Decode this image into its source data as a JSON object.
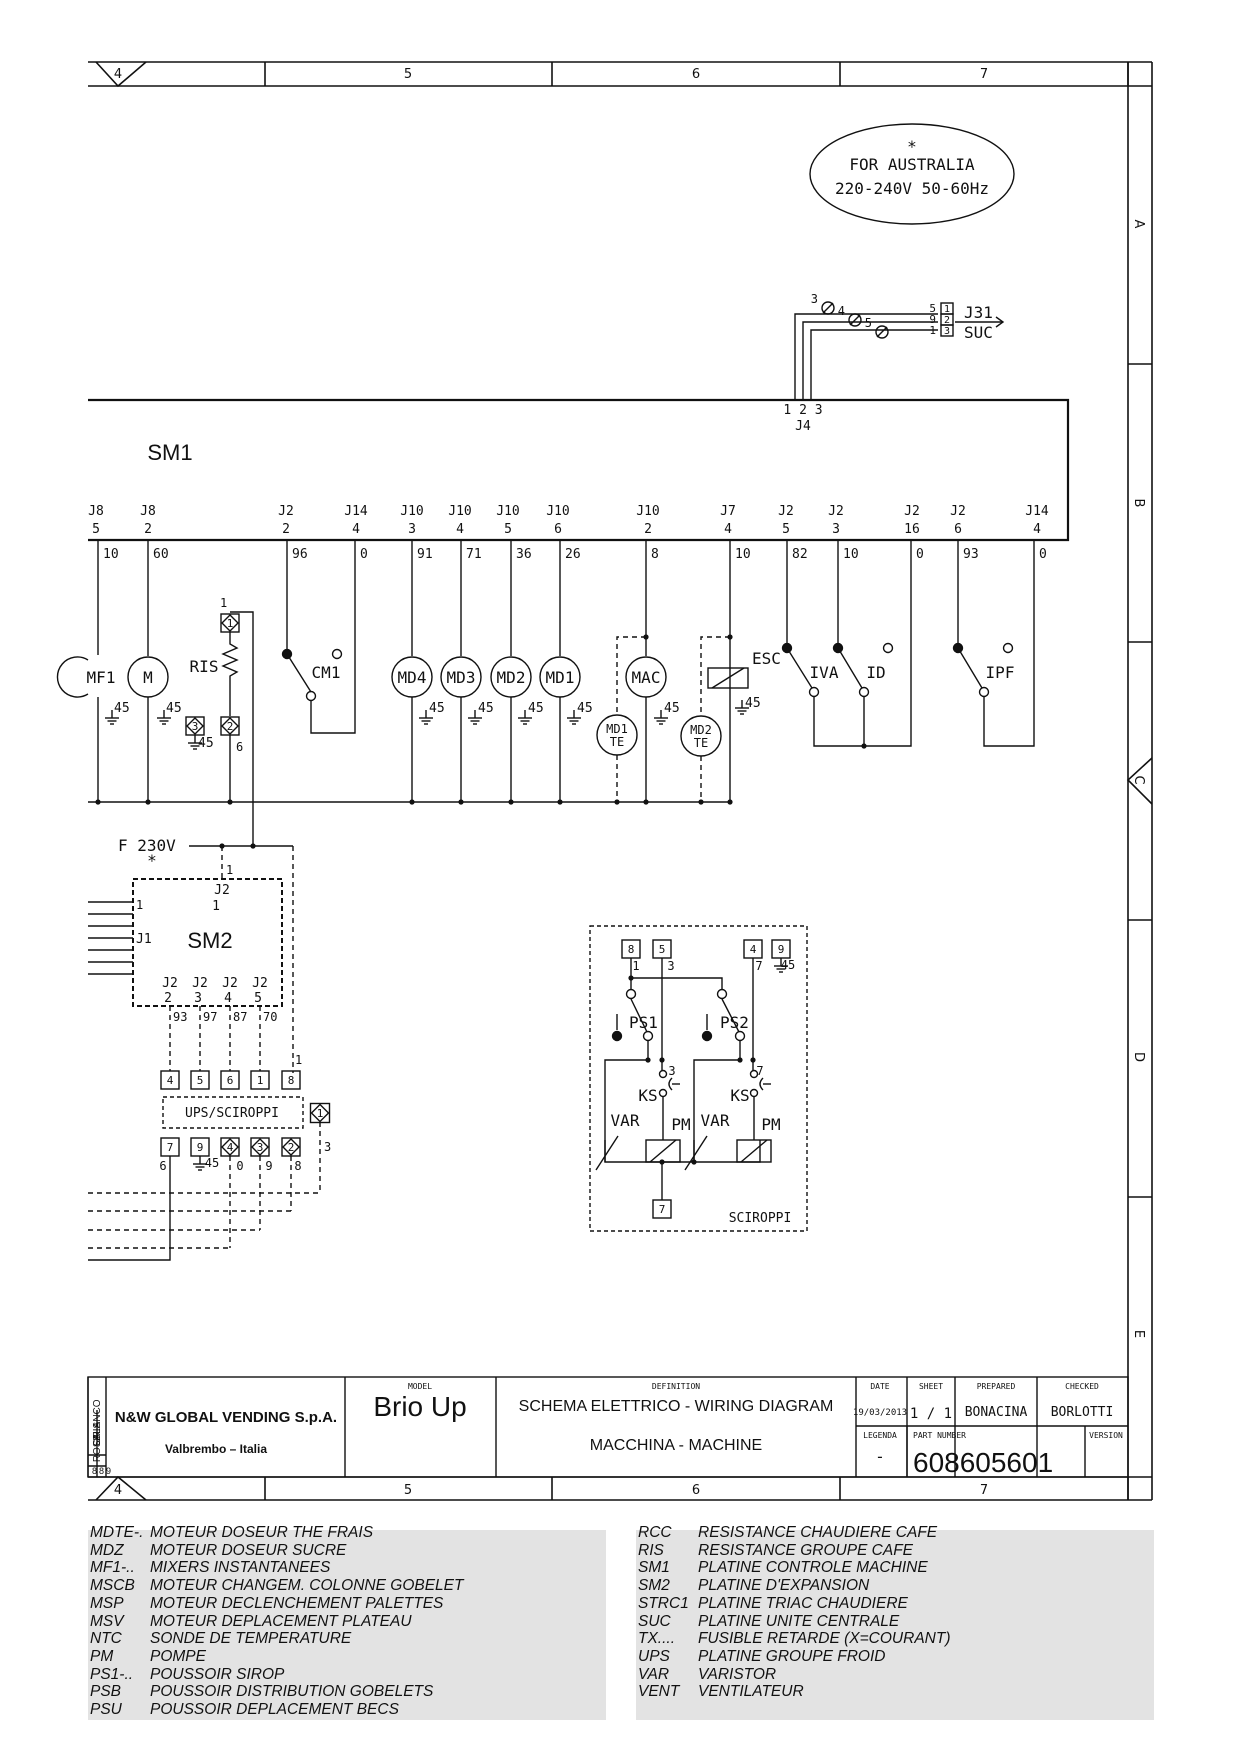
{
  "frame": {
    "top_zones": [
      "4",
      "5",
      "6",
      "7"
    ],
    "side_zones": [
      "A",
      "B",
      "C",
      "D",
      "E"
    ]
  },
  "note": {
    "star": "*",
    "line1": "FOR AUSTRALIA",
    "line2": "220-240V 50-60Hz"
  },
  "j31": {
    "label": "J31",
    "sub": "SUC",
    "pins": [
      "1",
      "2",
      "3"
    ],
    "wires": [
      "5",
      "9",
      "1"
    ],
    "fuses": [
      "3",
      "4",
      "5"
    ]
  },
  "j4": {
    "label": "J4",
    "pins": "1 2 3"
  },
  "sm1": {
    "label": "SM1",
    "connectors": [
      {
        "j": "J8",
        "pin": "5",
        "wire": "10"
      },
      {
        "j": "J8",
        "pin": "2",
        "wire": "60"
      },
      {
        "j": "J2",
        "pin": "2",
        "wire": "96"
      },
      {
        "j": "J14",
        "pin": "4",
        "wire": "0"
      },
      {
        "j": "J10",
        "pin": "3",
        "wire": "91"
      },
      {
        "j": "J10",
        "pin": "4",
        "wire": "71"
      },
      {
        "j": "J10",
        "pin": "5",
        "wire": "36"
      },
      {
        "j": "J10",
        "pin": "6",
        "wire": "26"
      },
      {
        "j": "J10",
        "pin": "2",
        "wire": "8"
      },
      {
        "j": "J7",
        "pin": "4",
        "wire": "10"
      },
      {
        "j": "J2",
        "pin": "5",
        "wire": "82"
      },
      {
        "j": "J2",
        "pin": "3",
        "wire": "10"
      },
      {
        "j": "J2",
        "pin": "16",
        "wire": "0"
      },
      {
        "j": "J2",
        "pin": "6",
        "wire": "93"
      },
      {
        "j": "J14",
        "pin": "4",
        "wire": "0"
      }
    ]
  },
  "components": {
    "mf1": "MF1",
    "m": "M",
    "ris": "RIS",
    "cm1": "CM1",
    "md4": "MD4",
    "md3": "MD3",
    "md2": "MD2",
    "md1": "MD1",
    "mac": "MAC",
    "md1te_a": "MD1",
    "md1te_b": "TE",
    "md2te_a": "MD2",
    "md2te_b": "TE",
    "esc": "ESC",
    "iva": "IVA",
    "id": "ID",
    "ipf": "IPF",
    "ground": "45",
    "ris_pin_top": "1",
    "ris_pin_bottom": "2",
    "ris_pin_gnd": "3",
    "ris_wire_top": "1",
    "ris_wire_bottom": "6"
  },
  "supply": {
    "label": "F 230V",
    "star": "*"
  },
  "sm2": {
    "label": "SM2",
    "j2_top": "J2",
    "j2_top_pin": "1",
    "j2_top_wire": "1",
    "j1": "J1",
    "j1_pin": "1",
    "bottom": [
      {
        "j": "J2",
        "pin": "2",
        "wire": "93"
      },
      {
        "j": "J2",
        "pin": "3",
        "wire": "97"
      },
      {
        "j": "J2",
        "pin": "4",
        "wire": "87"
      },
      {
        "j": "J2",
        "pin": "5",
        "wire": "70"
      }
    ]
  },
  "ups": {
    "label": "UPS/SCIROPPI",
    "top_pins": [
      "4",
      "5",
      "6",
      "1",
      "8"
    ],
    "top_wire": "1",
    "side_pin": "1",
    "side_wire": "3",
    "bottom_pins": [
      "7",
      "9",
      "4",
      "3",
      "2"
    ],
    "bottom_wires": [
      "6",
      "45",
      "0",
      "9",
      "8"
    ]
  },
  "sciroppi": {
    "label": "SCIROPPI",
    "pins": [
      "8",
      "5",
      "4",
      "9",
      "7"
    ],
    "wires": [
      "1",
      "3",
      "7",
      "45",
      "3",
      "7"
    ],
    "ps1": "PS1",
    "ps2": "PS2",
    "ks": "KS",
    "var": "VAR",
    "pm": "PM"
  },
  "title_block": {
    "color_codes": [
      "ROSA",
      "GRIS",
      "BLANCO"
    ],
    "color_nums": [
      "8",
      "8",
      "9"
    ],
    "company": "N&W GLOBAL VENDING S.p.A.",
    "city": "Valbrembo – Italia",
    "model_label": "MODEL",
    "model": "Brio Up",
    "definition_label": "DEFINITION",
    "definition": "SCHEMA ELETTRICO - WIRING DIAGRAM",
    "subtitle": "MACCHINA - MACHINE",
    "date_label": "DATE",
    "date": "19/03/2013",
    "sheet_label": "SHEET",
    "sheet": "1 / 1",
    "prepared_label": "PREPARED",
    "prepared": "BONACINA",
    "checked_label": "CHECKED",
    "checked": "BORLOTTI",
    "legenda_label": "LEGENDA",
    "legenda": "-",
    "part_label": "PART NUMBER",
    "part": "608605601",
    "version_label": "VERSION"
  },
  "legend_left": [
    {
      "code": "MDTE-.",
      "desc": "MOTEUR DOSEUR THE FRAIS"
    },
    {
      "code": "MDZ",
      "desc": "MOTEUR DOSEUR SUCRE"
    },
    {
      "code": "MF1-..",
      "desc": "MIXERS INSTANTANEES"
    },
    {
      "code": "MSCB",
      "desc": "MOTEUR CHANGEM. COLONNE GOBELET"
    },
    {
      "code": "MSP",
      "desc": "MOTEUR DECLENCHEMENT PALETTES"
    },
    {
      "code": "MSV",
      "desc": "MOTEUR DEPLACEMENT PLATEAU"
    },
    {
      "code": "NTC",
      "desc": "SONDE DE TEMPERATURE"
    },
    {
      "code": "PM",
      "desc": "POMPE"
    },
    {
      "code": "PS1-..",
      "desc": "POUSSOIR SIROP"
    },
    {
      "code": "PSB",
      "desc": "POUSSOIR DISTRIBUTION GOBELETS"
    },
    {
      "code": "PSU",
      "desc": "POUSSOIR DEPLACEMENT BECS"
    }
  ],
  "legend_right": [
    {
      "code": "RCC",
      "desc": "RESISTANCE CHAUDIERE CAFE"
    },
    {
      "code": "RIS",
      "desc": "RESISTANCE GROUPE CAFE"
    },
    {
      "code": "SM1",
      "desc": "PLATINE CONTROLE MACHINE"
    },
    {
      "code": "SM2",
      "desc": "PLATINE D'EXPANSION"
    },
    {
      "code": "STRC1",
      "desc": "PLATINE TRIAC CHAUDIERE"
    },
    {
      "code": "SUC",
      "desc": "PLATINE UNITE CENTRALE"
    },
    {
      "code": "TX....",
      "desc": "FUSIBLE RETARDE (X=COURANT)"
    },
    {
      "code": "UPS",
      "desc": "PLATINE GROUPE  FROID"
    },
    {
      "code": "VAR",
      "desc": "VARISTOR"
    },
    {
      "code": "VENT",
      "desc": "VENTILATEUR"
    }
  ]
}
